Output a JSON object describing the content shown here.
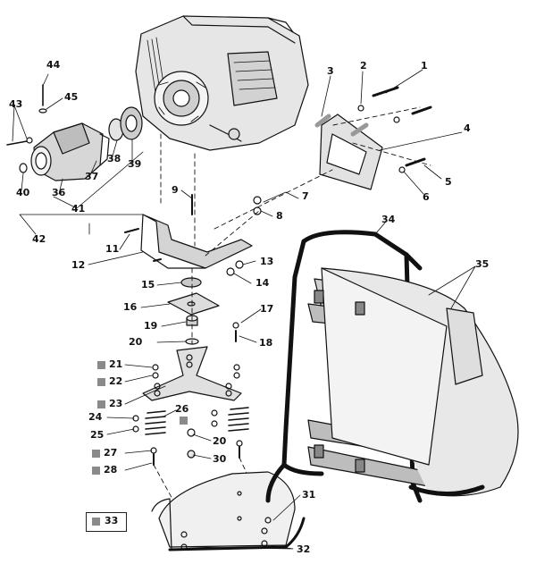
{
  "diagram": {
    "type": "exploded parts diagram",
    "parts": [
      {
        "id": "p1",
        "label": "1"
      },
      {
        "id": "p2",
        "label": "2"
      },
      {
        "id": "p3",
        "label": "3"
      },
      {
        "id": "p4",
        "label": "4"
      },
      {
        "id": "p5",
        "label": "5"
      },
      {
        "id": "p6",
        "label": "6"
      },
      {
        "id": "p7",
        "label": "7"
      },
      {
        "id": "p8",
        "label": "8"
      },
      {
        "id": "p9",
        "label": "9"
      },
      {
        "id": "p11",
        "label": "11"
      },
      {
        "id": "p12",
        "label": "12"
      },
      {
        "id": "p13",
        "label": "13"
      },
      {
        "id": "p14",
        "label": "14"
      },
      {
        "id": "p15",
        "label": "15"
      },
      {
        "id": "p16",
        "label": "16"
      },
      {
        "id": "p17",
        "label": "17"
      },
      {
        "id": "p18",
        "label": "18"
      },
      {
        "id": "p19",
        "label": "19"
      },
      {
        "id": "p20a",
        "label": "20"
      },
      {
        "id": "p20b",
        "label": "20"
      },
      {
        "id": "p21",
        "label": "21"
      },
      {
        "id": "p22",
        "label": "22"
      },
      {
        "id": "p23",
        "label": "23"
      },
      {
        "id": "p24",
        "label": "24"
      },
      {
        "id": "p25",
        "label": "25"
      },
      {
        "id": "p26",
        "label": "26"
      },
      {
        "id": "p27",
        "label": "27"
      },
      {
        "id": "p28",
        "label": "28"
      },
      {
        "id": "p30",
        "label": "30"
      },
      {
        "id": "p31",
        "label": "31"
      },
      {
        "id": "p32",
        "label": "32"
      },
      {
        "id": "p34",
        "label": "34"
      },
      {
        "id": "p35",
        "label": "35"
      },
      {
        "id": "p36",
        "label": "36"
      },
      {
        "id": "p37",
        "label": "37"
      },
      {
        "id": "p38",
        "label": "38"
      },
      {
        "id": "p39",
        "label": "39"
      },
      {
        "id": "p40",
        "label": "40"
      },
      {
        "id": "p41",
        "label": "41"
      },
      {
        "id": "p42",
        "label": "42"
      },
      {
        "id": "p43",
        "label": "43"
      },
      {
        "id": "p44",
        "label": "44"
      },
      {
        "id": "p45",
        "label": "45"
      }
    ],
    "legend": {
      "label": "33"
    },
    "colors": {
      "line": "#111111",
      "shade": "#bdbdbd",
      "swatch": "#8a8a8a",
      "background": "#ffffff"
    }
  }
}
